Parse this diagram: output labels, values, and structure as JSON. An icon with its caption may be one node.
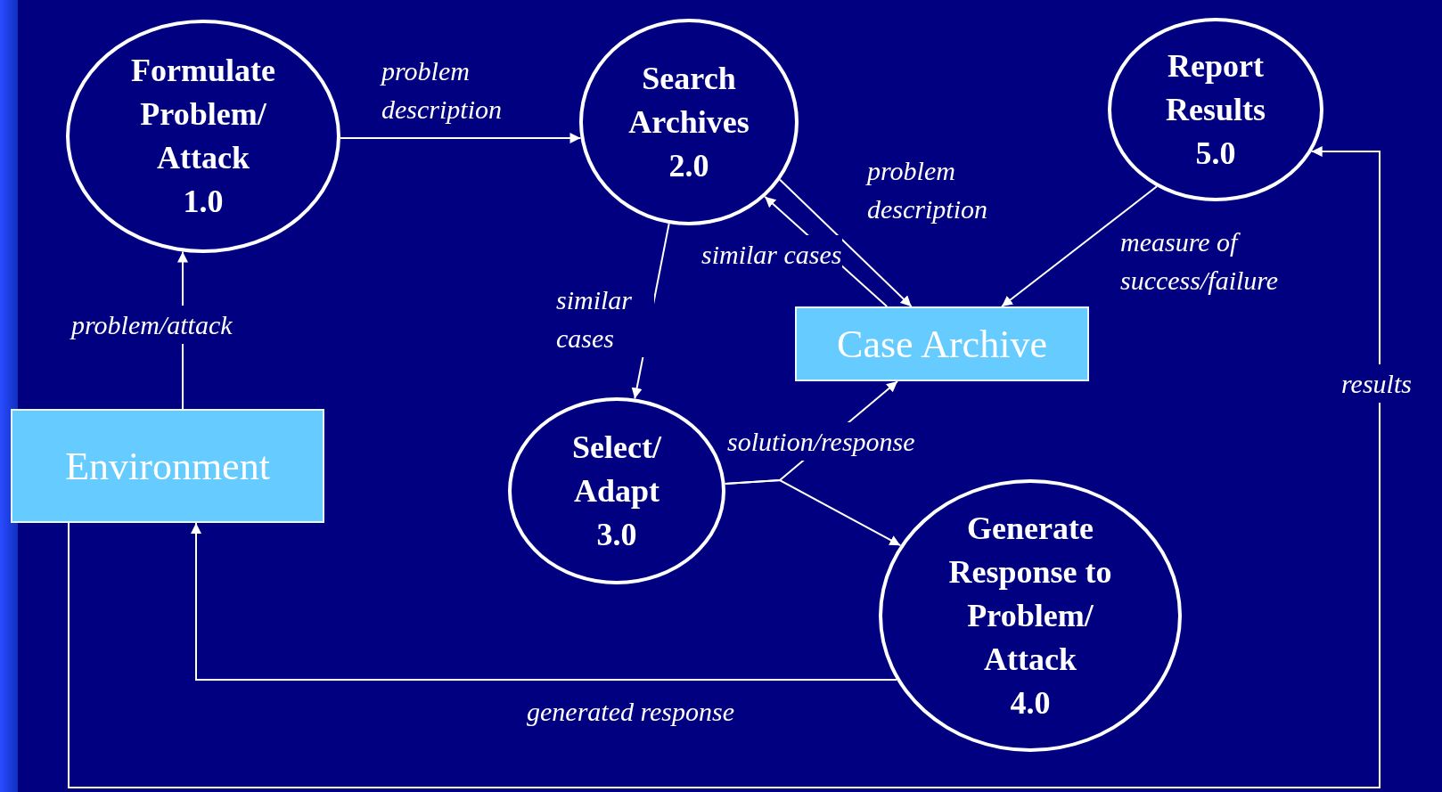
{
  "diagram": {
    "nodes": [
      {
        "text": [
          "Formulate Problem/ Attack",
          "1.0"
        ]
      },
      {
        "text": [
          "Search Archives",
          "2.0"
        ]
      },
      {
        "text": [
          "Report Results",
          "5.0"
        ]
      },
      {
        "text": [
          "Case Archive"
        ]
      },
      {
        "text": [
          "Environment"
        ]
      },
      {
        "text": [
          "Select/ Adapt",
          "3.0"
        ]
      },
      {
        "text": [
          "Generate Response to Problem/ Attack",
          "4.0"
        ]
      }
    ],
    "edges": [
      {
        "from": 4,
        "to": 0,
        "arrow": "to",
        "label": "problem/attack"
      },
      {
        "from": 0,
        "to": 1,
        "arrow": "to",
        "label": "problem description"
      },
      {
        "from": 1,
        "to": 3,
        "arrow": "to",
        "label": "problem description"
      },
      {
        "from": 3,
        "to": 1,
        "arrow": "to",
        "label": "similar cases"
      },
      {
        "from": 1,
        "to": 5,
        "arrow": "to",
        "label": "similar cases"
      },
      {
        "from": 2,
        "to": 3,
        "arrow": "to",
        "label": "measure of success/failure"
      },
      {
        "from": 5,
        "to": 3,
        "arrow": "to",
        "label": "solution/response"
      },
      {
        "from": 5,
        "to": 6,
        "arrow": "to"
      },
      {
        "from": 6,
        "to": 4,
        "arrow": "to",
        "label": "generated response"
      },
      {
        "from": 4,
        "to": 2,
        "arrow": "to",
        "label": "results"
      }
    ]
  }
}
